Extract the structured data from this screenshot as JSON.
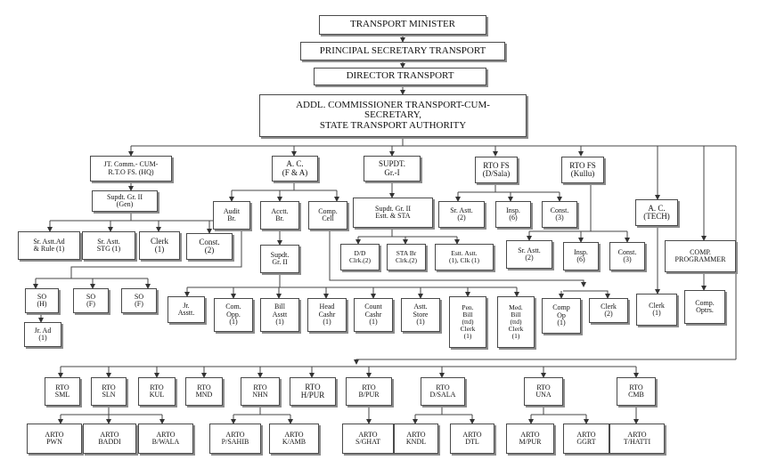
{
  "nodes": {
    "minister": "TRANSPORT MINISTER",
    "principal_secretary": "PRINCIPAL SECRETARY TRANSPORT",
    "director": "DIRECTOR TRANSPORT",
    "addl_commissioner": "ADDL. COMMISSIONER TRANSPORT-CUM-\nSECRETARY,\nSTATE TRANSPORT AUTHORITY",
    "jt_commr": "JT. Comm.- CUM-\nR.T.O FS. (HQ)",
    "ac_fa": "A. C.\n(F & A)",
    "supdt_gr1": "SUPDT.\nGr.-I",
    "rtofs_dsala": "RTO FS\n(D/Sala)",
    "rtofs_kullu": "RTO FS\n(Kullu)",
    "ac_tech": "A. C.\n(TECH)",
    "comp_programmer": "COMP.\nPROGRAMMER",
    "supdt_gr2_gen": "Supdt. Gr. II\n(Gen)",
    "sr_astt_ad_rule": "Sr. Astt.Ad\n& Rule (1)",
    "sr_astt_stg": "Sr. Astt.\nSTG (1)",
    "clerk_hq": "Clerk\n(1)",
    "const_hq": "Const.\n(2)",
    "audit_br": "Audit\nBr.",
    "acctt_br": "Acctt.\nBr.",
    "comp_cell": "Comp.\nCell",
    "supdt_gr2_estt": "Supdt. Gr. II\nEstt. & STA",
    "sr_astt_dsala": "Sr. Astt.\n(2)",
    "insp_dsala": "Insp.\n(6)",
    "const_dsala": "Const.\n(3)",
    "dd_clerk": "D/D\nClrk.(2)",
    "sta_br_clerk": "STA Br\nClrk.(2)",
    "estt_astt": "Estt. Astt.\n(1), Clk (1)",
    "sr_astt_kullu": "Sr. Astt.\n(2)",
    "insp_kullu": "Insp.\n(6)",
    "const_kullu": "Const.\n(3)",
    "clerk_tech": "Clerk\n(1)",
    "comp_optrs": "Comp.\nOptrs.",
    "supdt_gr2_acctt": "Supdt.\nGr. II",
    "so_h": "SO\n(H)",
    "so_f1": "SO\n(F)",
    "so_f2": "SO\n(F)",
    "jr_ad": "Jr. Ad\n(1)",
    "jr_astt": "Jr.\nAsstt.",
    "com_opp": "Com.\nOpp.\n(1)",
    "bill_astt": "Bill\nAsstt\n(1)",
    "head_cashr": "Head\nCashr\n(1)",
    "count_cashr": "Count\nCashr\n(1)",
    "astt_store": "Astt.\nStore\n(1)",
    "pen_bill_clerk": "Pen.\nBill\n(ttd)\nClerk\n(1)",
    "med_bill_clerk": "Med.\nBill\n(ttd)\nClerk\n(1)",
    "comp_op": "Comp\nOp\n(1)",
    "clerk_comp": "Clerk\n(2)",
    "rto_sml": "RTO\nSML",
    "rto_sln": "RTO\nSLN",
    "rto_kul": "RTO\nKUL",
    "rto_mnd": "RTO\nMND",
    "rto_nhn": "RTO\nNHN",
    "rto_hpur": "RTO\nH/PUR",
    "rto_bpur": "RTO\nB/PUR",
    "rto_dsala": "RTO\nD/SALA",
    "rto_una": "RTO\nUNA",
    "rto_cmb": "RTO\nCMB",
    "arto_pwn": "ARTO\nPWN",
    "arto_baddi": "ARTO\nBADDI",
    "arto_bwala": "ARTO\nB/WALA",
    "arto_psahib": "ARTO\nP/SAHIB",
    "arto_kamb": "ARTO\nK/AMB",
    "arto_sghat": "ARTO\nS/GHAT",
    "arto_kndl": "ARTO\nKNDL",
    "arto_dtl": "ARTO\nDTL",
    "arto_mpur": "ARTO\nM/PUR",
    "arto_ggrt": "ARTO\nGGRT",
    "arto_thatti": "ARTO\nT/HATTI"
  }
}
